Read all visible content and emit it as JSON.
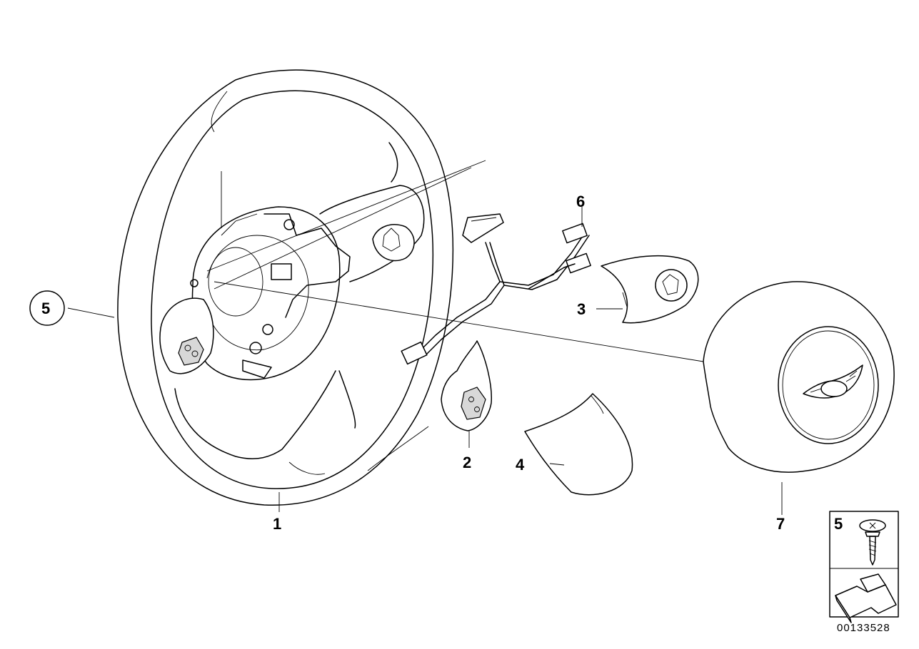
{
  "labels": {
    "l1": "1",
    "l2": "2",
    "l3": "3",
    "l4": "4",
    "l5_circle": "5",
    "l6": "6",
    "l7": "7",
    "l5_legend": "5"
  },
  "drawing_number": "00133528"
}
